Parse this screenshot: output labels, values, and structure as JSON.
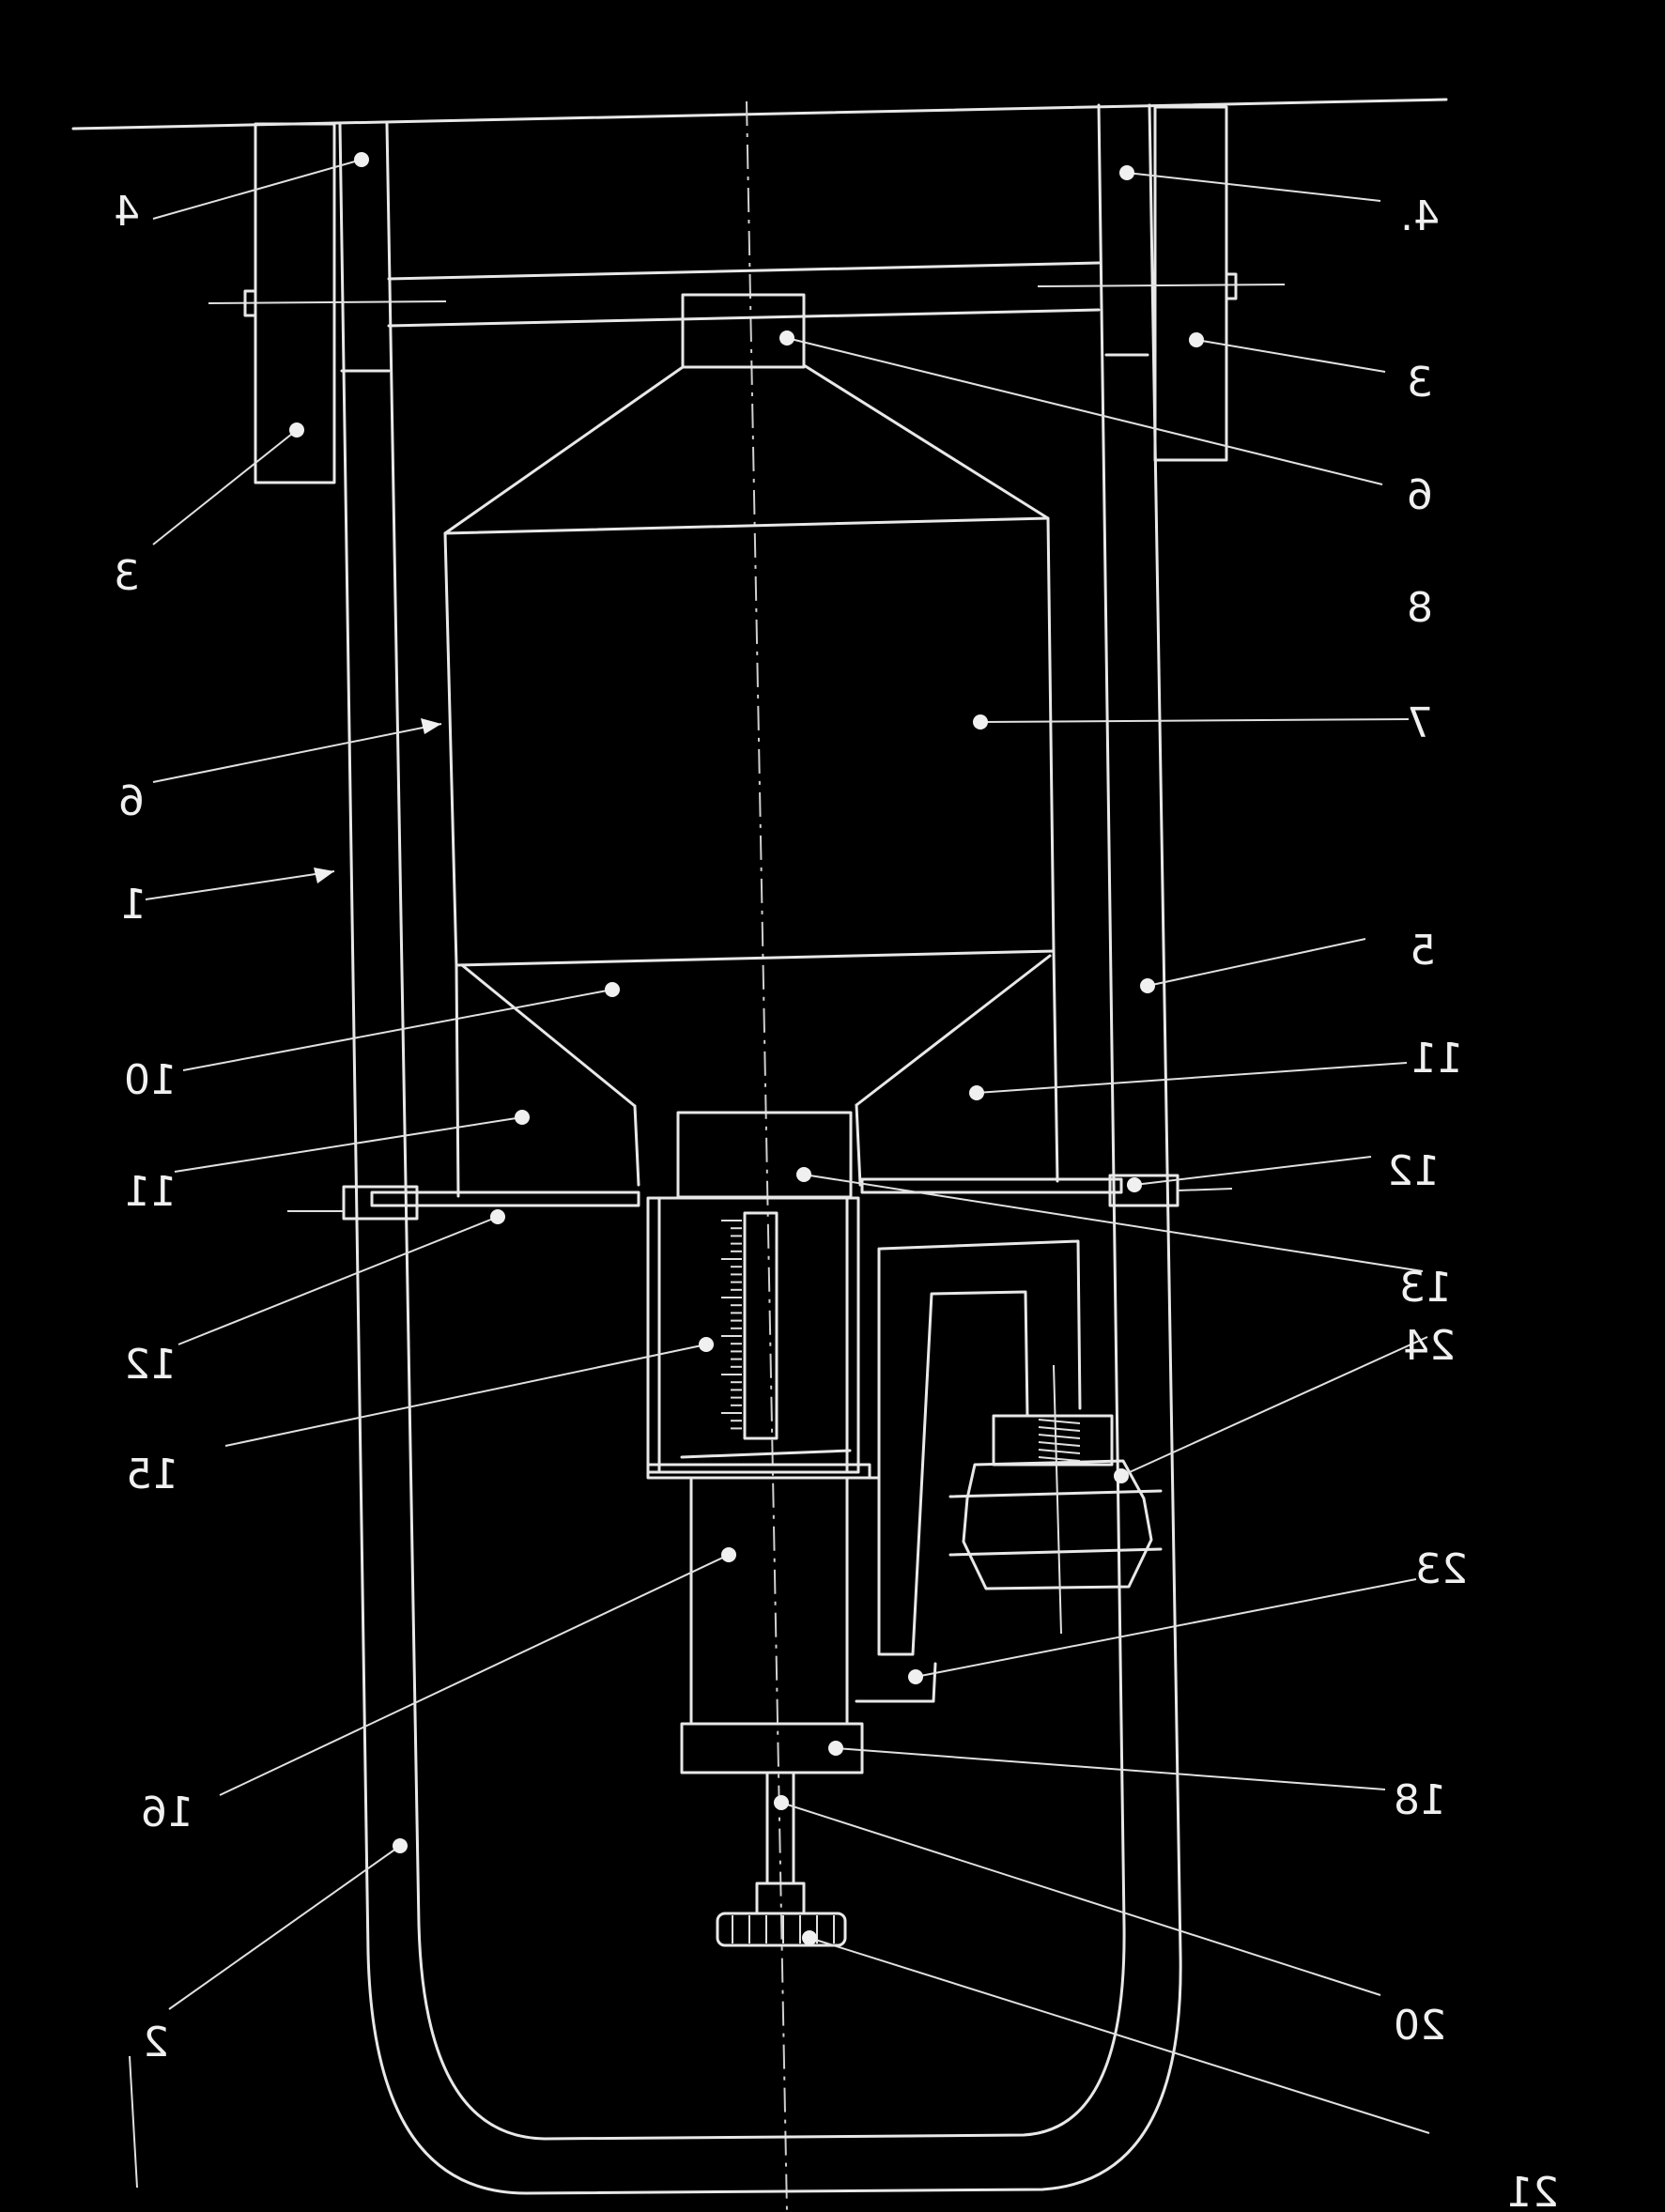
{
  "labels": {
    "l4_left": "4",
    "l4_right": "4.",
    "l3_left": "3",
    "l3_right": "3",
    "l6_top": "6",
    "l8": "8",
    "l7": "7",
    "l6_left": "6",
    "l1": "1",
    "l5": "5",
    "l10": "10",
    "l11_right": "11",
    "l11_left": "11",
    "l12_right": "12",
    "l12_left": "12",
    "l13": "13",
    "l24": "24",
    "l15": "15",
    "l23": "23",
    "l16": "16",
    "l18": "18",
    "l2": "2",
    "l20": "20",
    "l21": "21"
  }
}
